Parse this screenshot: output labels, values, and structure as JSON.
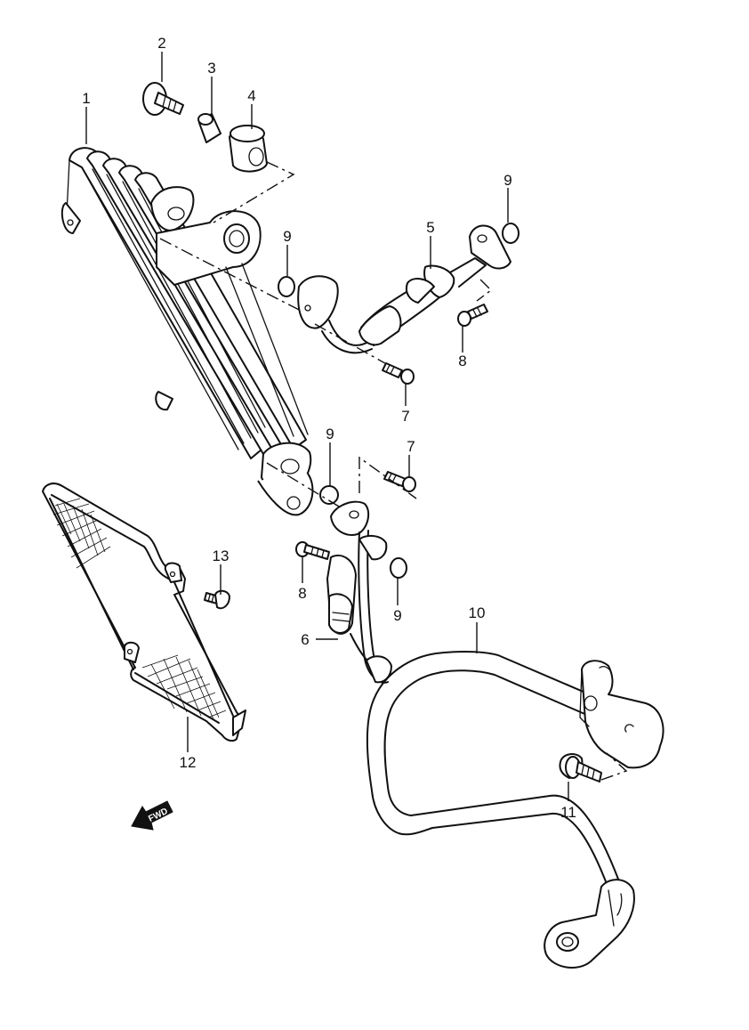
{
  "diagram": {
    "callouts": {
      "c1": "1",
      "c2": "2",
      "c3": "3",
      "c4": "4",
      "c5": "5",
      "c6": "6",
      "c7a": "7",
      "c7b": "7",
      "c8a": "8",
      "c8b": "8",
      "c9a": "9",
      "c9b": "9",
      "c9c": "9",
      "c9d": "9",
      "c10": "10",
      "c11": "11",
      "c12": "12",
      "c13": "13"
    },
    "fwd_label": "FWD"
  }
}
